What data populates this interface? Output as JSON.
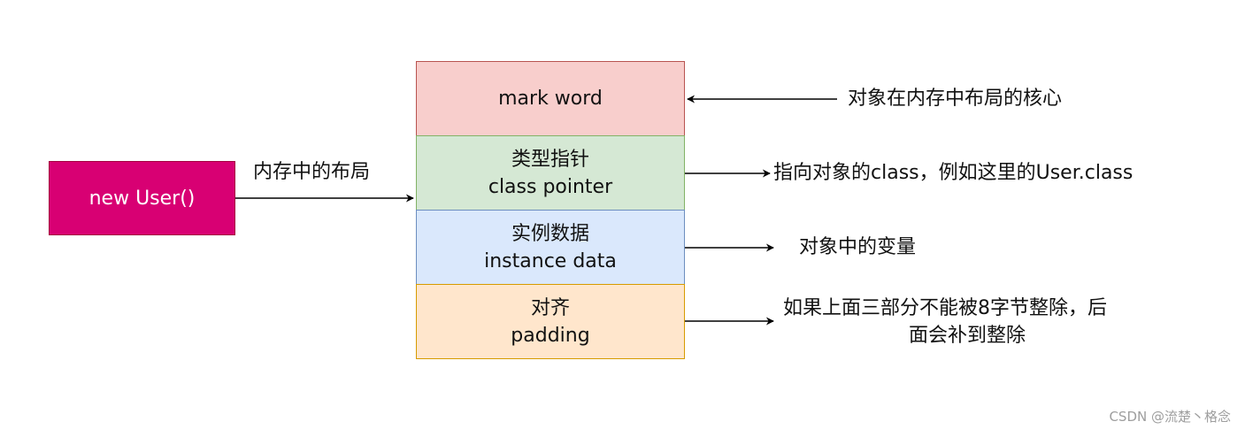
{
  "source": {
    "label": "new User()",
    "fill": "#d80073",
    "text_color": "#ffffff"
  },
  "layout_label": "内存中的布局",
  "segments": [
    {
      "id": "mark-word",
      "lines": [
        "mark word"
      ],
      "fill": "#f8cecc",
      "stroke": "#b85450"
    },
    {
      "id": "class-pointer",
      "lines": [
        "类型指针",
        "class pointer"
      ],
      "fill": "#d5e8d4",
      "stroke": "#82b366"
    },
    {
      "id": "instance-data",
      "lines": [
        "实例数据",
        "instance data"
      ],
      "fill": "#dae8fc",
      "stroke": "#6c8ebf"
    },
    {
      "id": "padding",
      "lines": [
        "对齐",
        "padding"
      ],
      "fill": "#ffe6cc",
      "stroke": "#d79b00"
    }
  ],
  "annotations": {
    "mark_word": "对象在内存中布局的核心",
    "class_pointer": "指向对象的class，例如这里的User.class",
    "instance_data": "对象中的变量",
    "padding_line1": "如果上面三部分不能被8字节整除，后",
    "padding_line2": "面会补到整除"
  },
  "watermark": "CSDN @流楚丶格念"
}
